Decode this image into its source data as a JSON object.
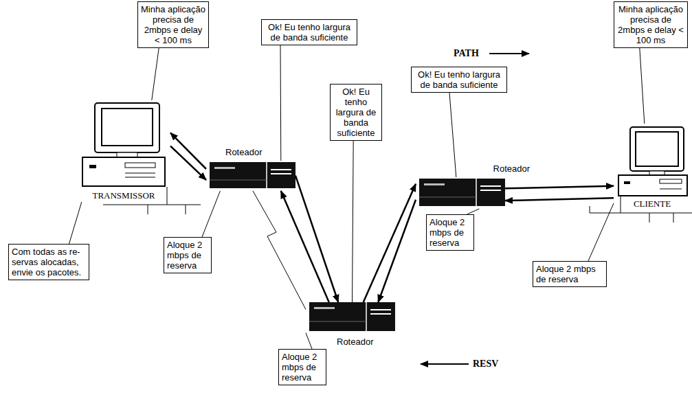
{
  "diagram": {
    "nodes": [
      {
        "text": [
          "Minha aplicação precisa de 2mbps e delay < 100 ms"
        ]
      },
      {
        "text": [
          "Ok! Eu tenho largura de banda suficiente"
        ]
      },
      {
        "text": [
          "Minha aplicação precisa de 2mbps e delay < 100 ms"
        ]
      },
      {
        "text": [
          "Ok! Eu tenho largura de banda suficiente"
        ]
      },
      {
        "text": [
          "Ok! Eu tenho largura de banda suficiente"
        ]
      },
      {
        "text": [
          "TRANSMISSOR"
        ]
      },
      {
        "text": [
          "Roteador"
        ]
      },
      {
        "text": [
          "Roteador"
        ]
      },
      {
        "text": [
          "CLIENTE"
        ]
      },
      {
        "text": [
          "Com todas as re- servas alocadas, envie os pacotes."
        ]
      },
      {
        "text": [
          "Aloque 2 mbps de reserva"
        ]
      },
      {
        "text": [
          "Aloque 2 mbps de reserva"
        ]
      },
      {
        "text": [
          "Aloque 2 mbps de reserva"
        ]
      },
      {
        "text": [
          "Roteador"
        ]
      },
      {
        "text": [
          "Aloque 2 mbps de reserva"
        ]
      }
    ],
    "edges": [
      {
        "from": 6,
        "to": 5,
        "arrow": "to"
      },
      {
        "from": 5,
        "to": 6,
        "arrow": "to"
      },
      {
        "from": 6,
        "to": 13,
        "arrow": "to"
      },
      {
        "from": 13,
        "to": 6,
        "arrow": "to"
      },
      {
        "from": 13,
        "to": 7,
        "arrow": "to"
      },
      {
        "from": 7,
        "to": 13,
        "arrow": "to"
      },
      {
        "from": 7,
        "to": 8,
        "arrow": "to"
      },
      {
        "from": 8,
        "to": 7,
        "arrow": "to"
      },
      {
        "from": 6,
        "to": 13,
        "arrow": "none"
      },
      {
        "from": 0,
        "to": 5,
        "arrow": "none"
      },
      {
        "from": 1,
        "to": 6,
        "arrow": "none"
      },
      {
        "from": 2,
        "to": 8,
        "arrow": "none"
      },
      {
        "from": 3,
        "to": 7,
        "arrow": "none"
      },
      {
        "from": 4,
        "to": 13,
        "arrow": "none"
      },
      {
        "from": 9,
        "to": 5,
        "arrow": "none"
      },
      {
        "from": 10,
        "to": 6,
        "arrow": "none"
      },
      {
        "from": 11,
        "to": 7,
        "arrow": "none"
      },
      {
        "from": 12,
        "to": 8,
        "arrow": "none"
      },
      {
        "from": 14,
        "to": 13,
        "arrow": "none"
      }
    ],
    "labels": [
      "PATH",
      "RESV"
    ]
  }
}
